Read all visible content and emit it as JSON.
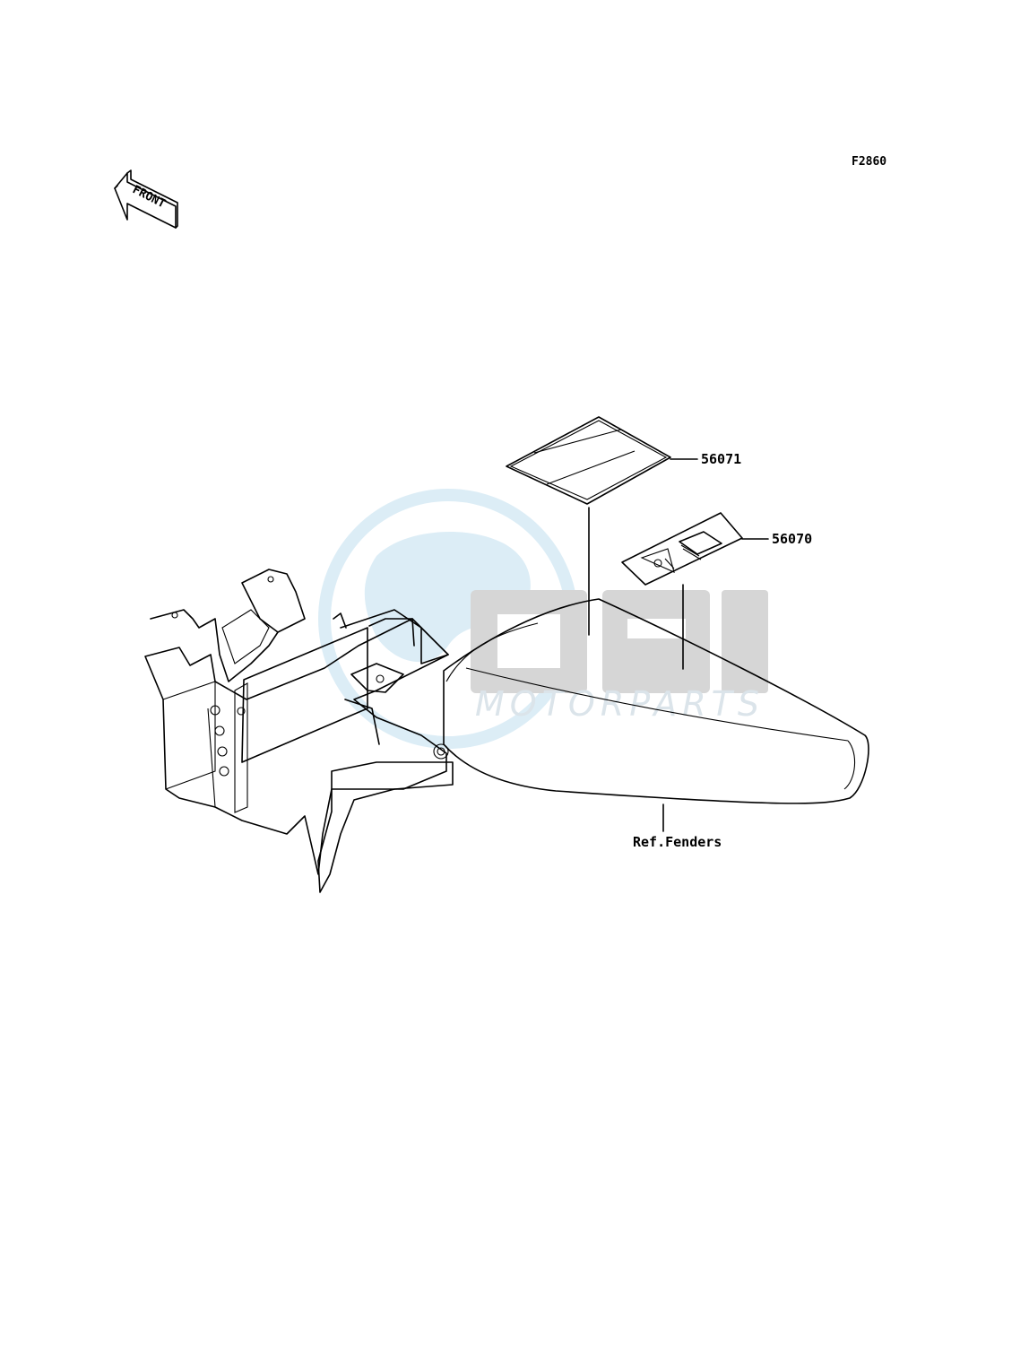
{
  "diagram": {
    "figure_code": "F2860",
    "front_arrow_label": "FRONT",
    "callouts": [
      {
        "id": "decal-56071",
        "part_number": "56071"
      },
      {
        "id": "label-56070",
        "part_number": "56070"
      },
      {
        "id": "ref-fenders",
        "part_number": "Ref.Fenders"
      }
    ]
  },
  "watermark": {
    "brand": "MOTORPARTS",
    "color": "#d9ecf5",
    "logo_color": "#d2d2d2"
  }
}
